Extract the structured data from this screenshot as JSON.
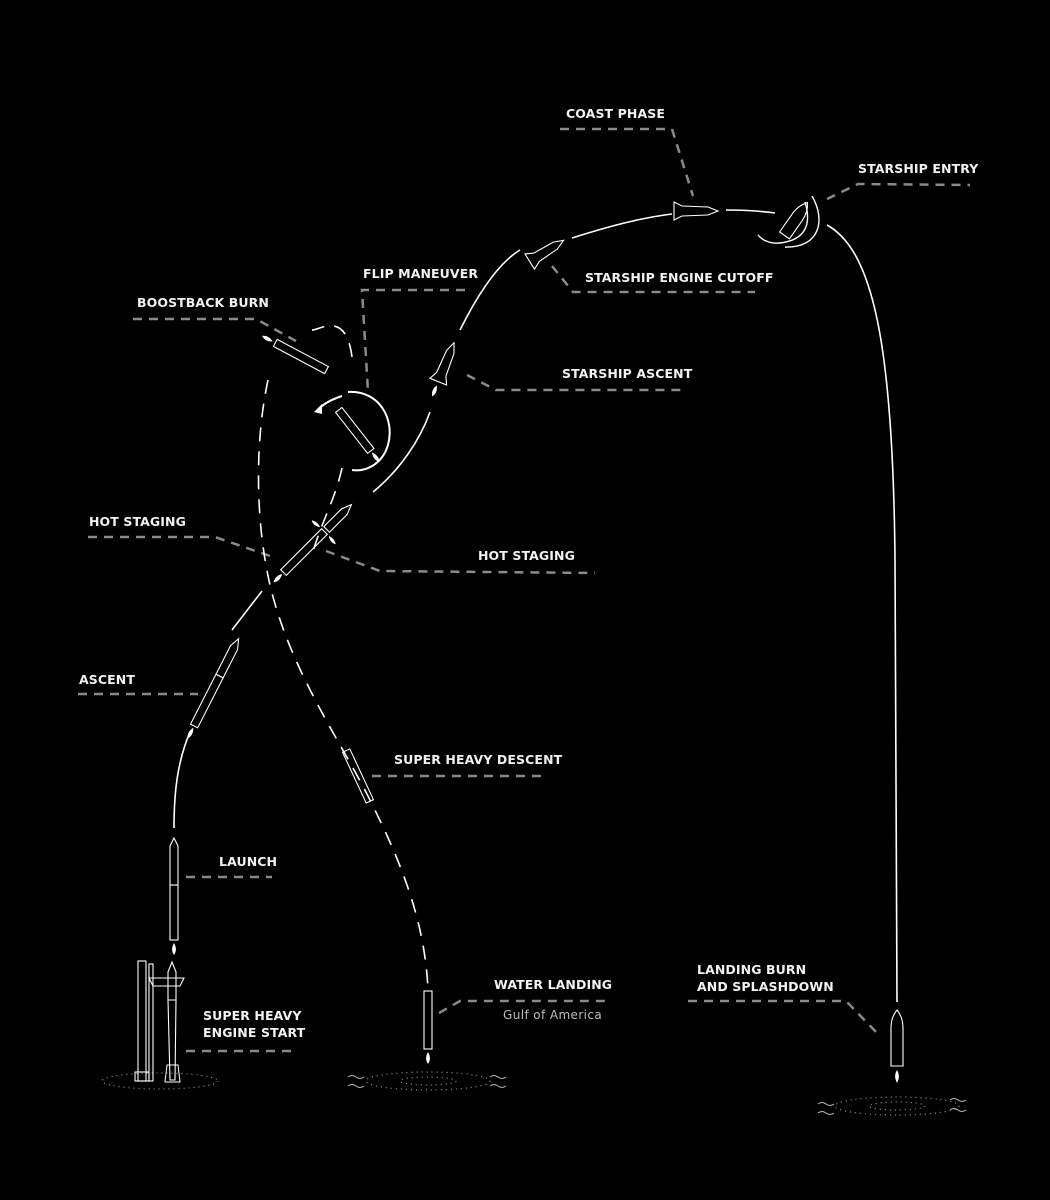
{
  "diagram": {
    "type": "flight-profile",
    "background_color": "#000000",
    "label_color": "#f2f2f2",
    "leader_color": "#8a8a8a",
    "labels": {
      "coast_phase": "COAST PHASE",
      "starship_entry": "STARSHIP ENTRY",
      "flip_maneuver": "FLIP MANEUVER",
      "boostback_burn": "BOOSTBACK BURN",
      "starship_engine_cutoff": "STARSHIP ENGINE CUTOFF",
      "starship_ascent": "STARSHIP ASCENT",
      "hot_staging_left": "HOT STAGING",
      "hot_staging_right": "HOT STAGING",
      "ascent": "ASCENT",
      "super_heavy_descent": "SUPER HEAVY DESCENT",
      "launch": "LAUNCH",
      "water_landing": "WATER LANDING",
      "water_landing_location": "Gulf of America",
      "super_heavy_engine_start_line1": "SUPER HEAVY",
      "super_heavy_engine_start_line2": "ENGINE START",
      "landing_burn_line1": "LANDING BURN",
      "landing_burn_line2": "AND SPLASHDOWN"
    },
    "stages": [
      "SUPER HEAVY ENGINE START",
      "LAUNCH",
      "ASCENT",
      "HOT STAGING",
      "BOOSTBACK BURN",
      "FLIP MANEUVER",
      "SUPER HEAVY DESCENT",
      "WATER LANDING",
      "STARSHIP ASCENT",
      "STARSHIP ENGINE CUTOFF",
      "COAST PHASE",
      "STARSHIP ENTRY",
      "LANDING BURN AND SPLASHDOWN"
    ]
  }
}
